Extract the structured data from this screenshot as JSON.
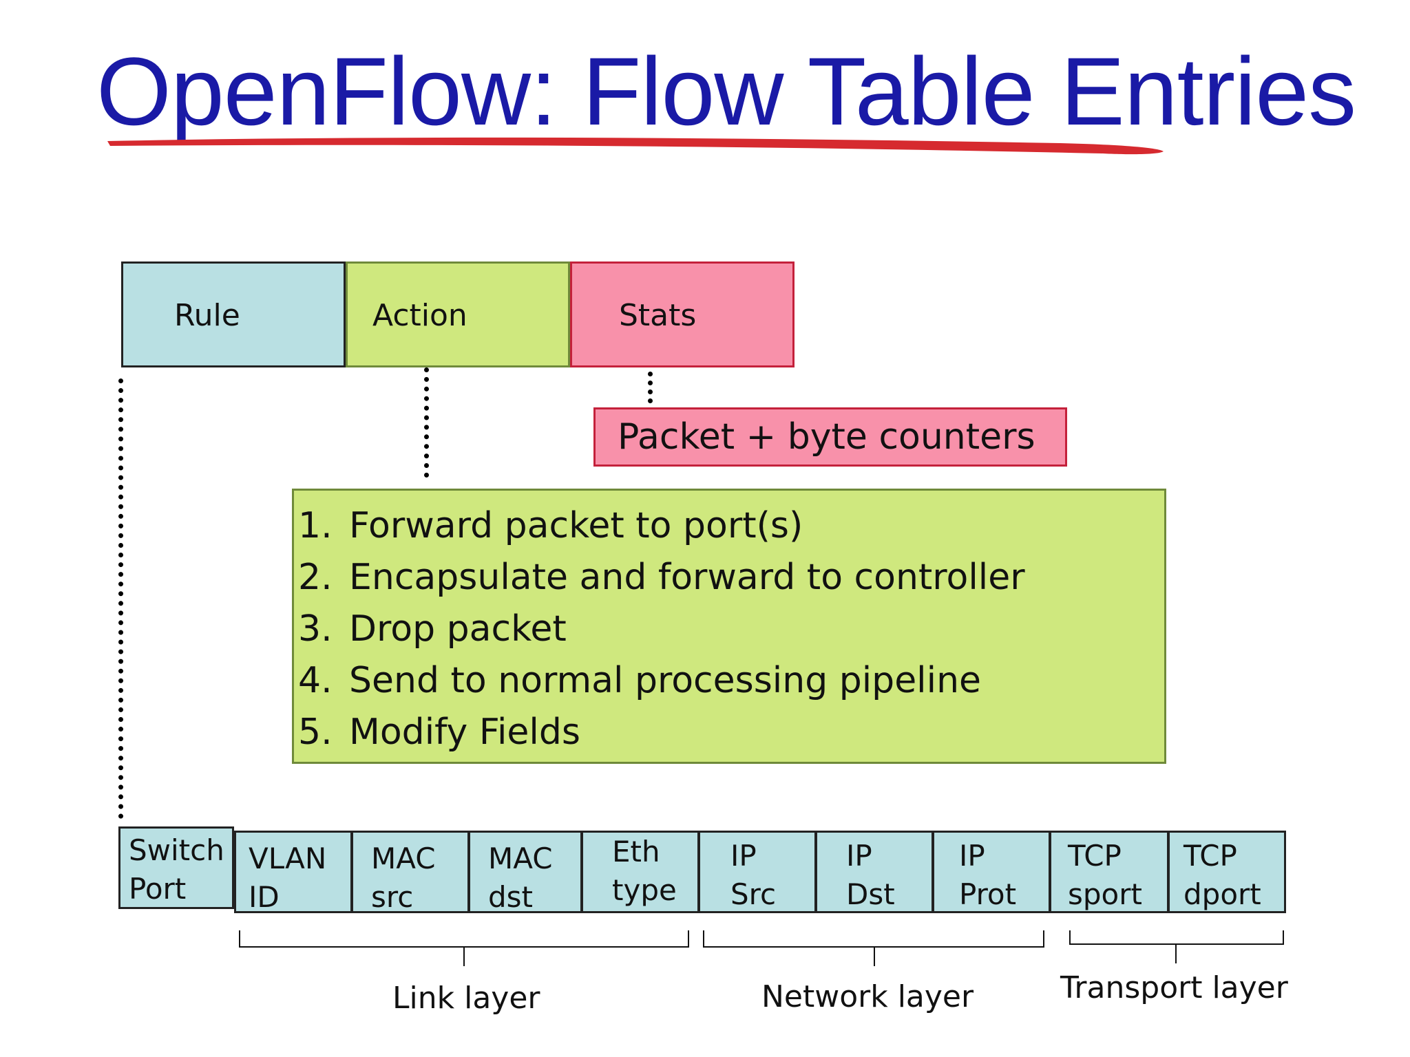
{
  "title": "OpenFlow: Flow Table Entries",
  "colors": {
    "title": "#1a1aa6",
    "underline": "#d62a2f",
    "rule": "#b9e0e3",
    "action": "#cfe87e",
    "stats": "#f891aa"
  },
  "entry": {
    "rule": "Rule",
    "action": "Action",
    "stats": "Stats"
  },
  "stats_detail": "Packet + byte counters",
  "actions": [
    {
      "num": "1.",
      "text": "Forward packet to port(s)"
    },
    {
      "num": "2.",
      "text": "Encapsulate and forward to controller"
    },
    {
      "num": "3.",
      "text": "Drop packet"
    },
    {
      "num": "4.",
      "text": "Send to normal processing pipeline"
    },
    {
      "num": "5.",
      "text": "Modify Fields"
    }
  ],
  "fields": [
    {
      "line1": "Switch",
      "line2": "Port"
    },
    {
      "line1": "VLAN",
      "line2": "ID"
    },
    {
      "line1": "MAC",
      "line2": "src"
    },
    {
      "line1": "MAC",
      "line2": "dst"
    },
    {
      "line1": "Eth",
      "line2": "type"
    },
    {
      "line1": "IP",
      "line2": "Src"
    },
    {
      "line1": "IP",
      "line2": "Dst"
    },
    {
      "line1": "IP",
      "line2": "Prot"
    },
    {
      "line1": "TCP",
      "line2": "sport"
    },
    {
      "line1": "TCP",
      "line2": "dport"
    }
  ],
  "layers": {
    "link": "Link layer",
    "network": "Network layer",
    "transport": "Transport layer"
  }
}
